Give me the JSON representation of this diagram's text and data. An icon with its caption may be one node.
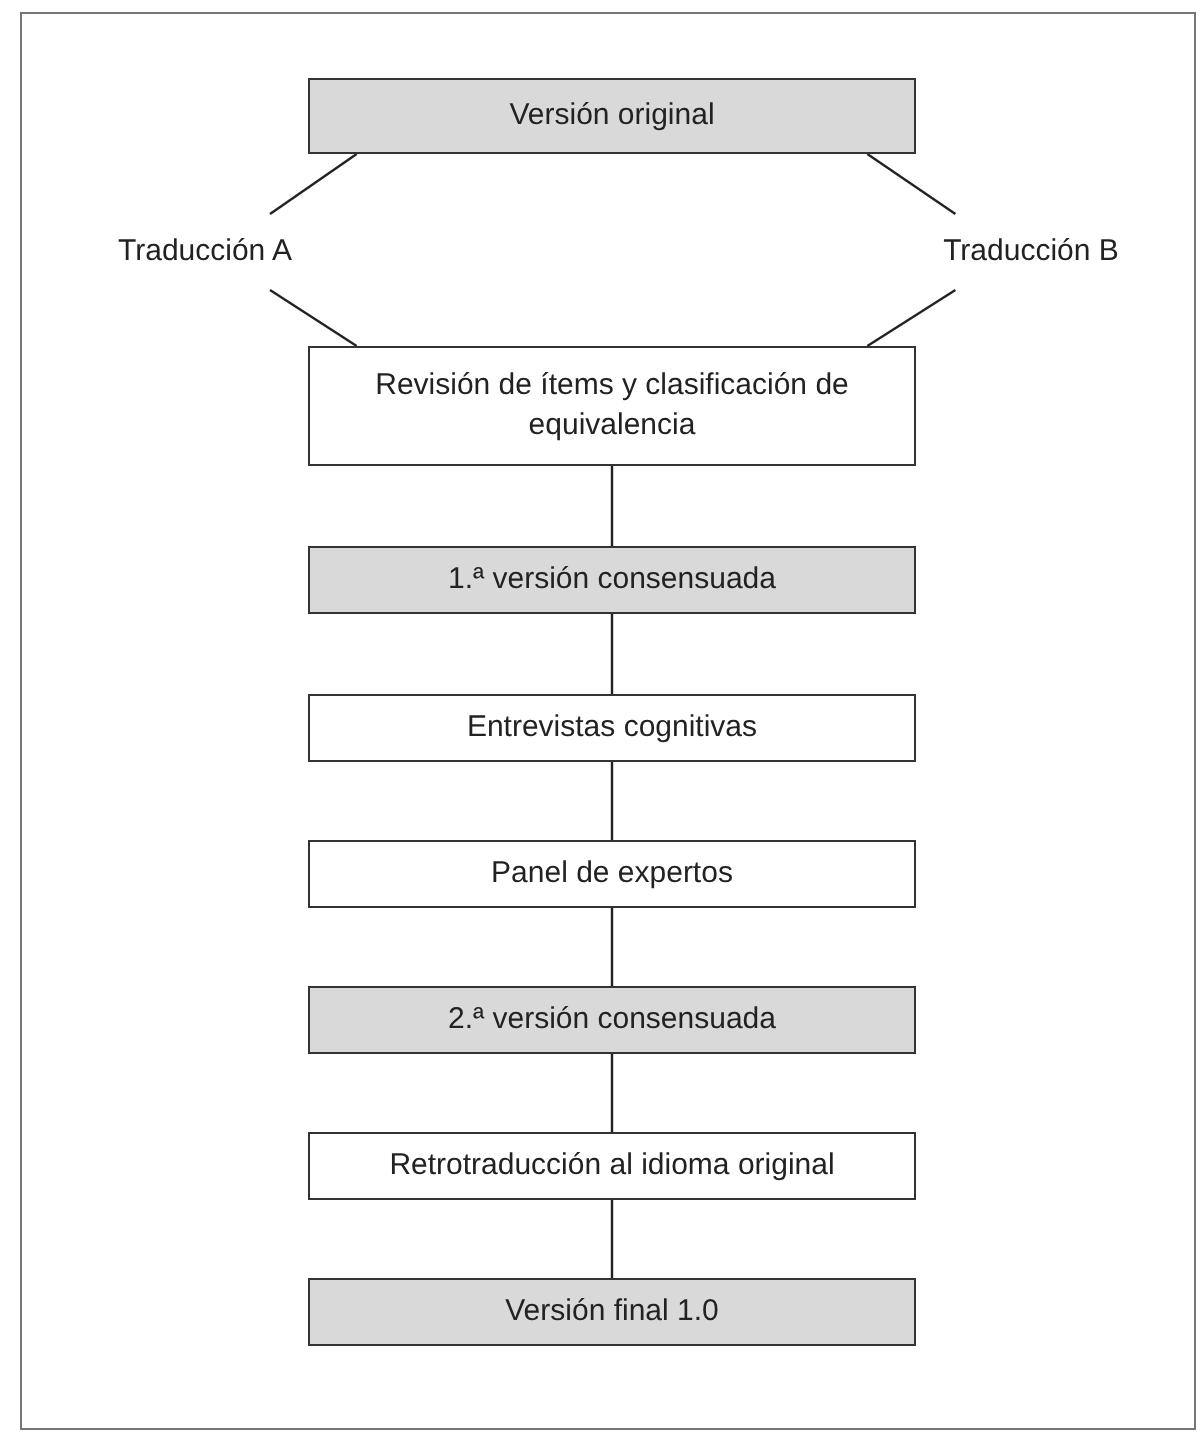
{
  "diagram": {
    "nodes": [
      {
        "text": [
          "Versión original"
        ]
      },
      {
        "text": [
          "Traducción A"
        ]
      },
      {
        "text": [
          "Traducción B"
        ]
      },
      {
        "text": [
          "Revisión de ítems y clasificación de equivalencia"
        ]
      },
      {
        "text": [
          "1.ª versión consensuada"
        ]
      },
      {
        "text": [
          "Entrevistas cognitivas"
        ]
      },
      {
        "text": [
          "Panel de expertos"
        ]
      },
      {
        "text": [
          "2.ª versión consensuada"
        ]
      },
      {
        "text": [
          "Retrotraducción al idioma original"
        ]
      },
      {
        "text": [
          "Versión final 1.0"
        ]
      }
    ],
    "edges": [
      {
        "from": 0,
        "to": 1,
        "arrow": "none"
      },
      {
        "from": 0,
        "to": 2,
        "arrow": "none"
      },
      {
        "from": 1,
        "to": 3,
        "arrow": "none"
      },
      {
        "from": 2,
        "to": 3,
        "arrow": "none"
      },
      {
        "from": 3,
        "to": 4,
        "arrow": "none"
      },
      {
        "from": 4,
        "to": 5,
        "arrow": "none"
      },
      {
        "from": 5,
        "to": 6,
        "arrow": "none"
      },
      {
        "from": 6,
        "to": 7,
        "arrow": "none"
      },
      {
        "from": 7,
        "to": 8,
        "arrow": "none"
      },
      {
        "from": 8,
        "to": 9,
        "arrow": "none"
      }
    ]
  }
}
